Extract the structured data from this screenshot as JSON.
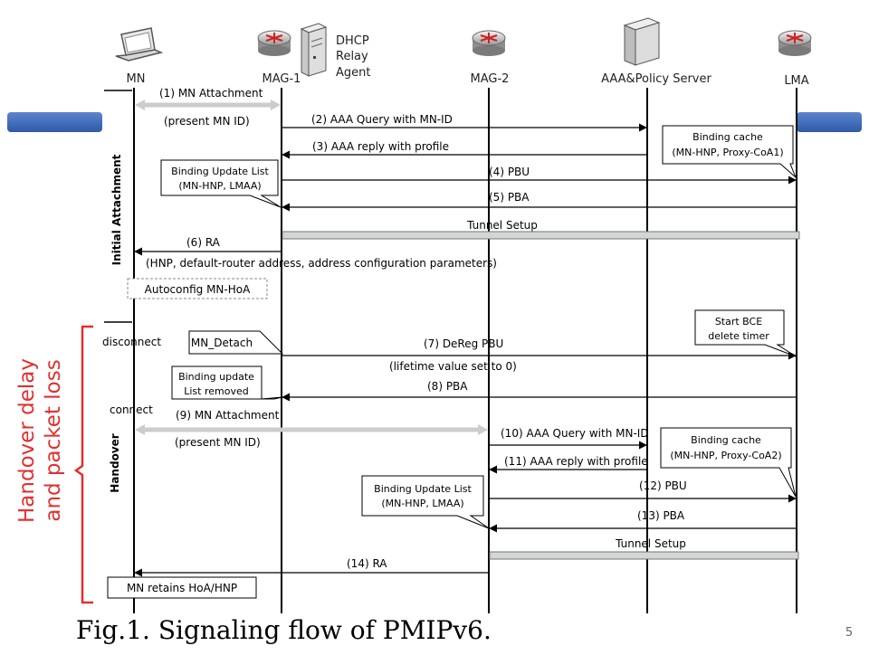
{
  "entities": [
    {
      "id": "mn",
      "label": "MN",
      "icon": "laptop-icon"
    },
    {
      "id": "mag1",
      "label": "MAG-1",
      "icon": "router-icon"
    },
    {
      "id": "dhcp",
      "label": "DHCP Relay Agent",
      "icon": "server-icon"
    },
    {
      "id": "mag2",
      "label": "MAG-2",
      "icon": "router-icon"
    },
    {
      "id": "aaa",
      "label": "AAA&Policy Server",
      "icon": "server-icon"
    },
    {
      "id": "lma",
      "label": "LMA",
      "icon": "router-icon"
    }
  ],
  "dhcp_lines": [
    "DHCP",
    "Relay",
    "Agent"
  ],
  "phases": {
    "initial": "Initial Attachment",
    "handover": "Handover"
  },
  "messages": {
    "m1": "(1) MN Attachment",
    "m1_note": "(present MN ID)",
    "m2": "(2) AAA Query with MN-ID",
    "m3": "(3) AAA reply with profile",
    "m4": "(4) PBU",
    "m5": "(5) PBA",
    "tunnel1": "Tunnel Setup",
    "m6": "(6) RA",
    "m6_note": "(HNP, default-router address, address configuration parameters)",
    "disconnect": "disconnect",
    "m7": "(7) DeReg PBU",
    "m7_note": "(lifetime value set to 0)",
    "m8": "(8) PBA",
    "connect": "connect",
    "m9": "(9) MN Attachment",
    "m9_note": "(present MN ID)",
    "m10": "(10) AAA Query with MN-ID",
    "m11": "(11) AAA reply with profile",
    "m12": "(12) PBU",
    "m13": "(13) PBA",
    "tunnel2": "Tunnel Setup",
    "m14": "(14) RA"
  },
  "callouts": {
    "bc1": [
      "Binding cache",
      "(MN-HNP, Proxy-CoA1)"
    ],
    "bul1": [
      "Binding Update List",
      "(MN-HNP, LMAA)"
    ],
    "autoconfig": "Autoconfig MN-HoA",
    "mn_detach": "MN_Detach",
    "start_bce": [
      "Start BCE",
      "delete timer"
    ],
    "bul_removed": [
      "Binding update",
      "List removed"
    ],
    "bc2": [
      "Binding cache",
      "(MN-HNP, Proxy-CoA2)"
    ],
    "bul2": [
      "Binding Update List",
      "(MN-HNP, LMAA)"
    ],
    "retains": "MN retains HoA/HNP"
  },
  "annotation": [
    "Handover delay",
    "and packet loss"
  ],
  "caption": "Fig.1. Signaling flow of PMIPv6.",
  "page_number": "5",
  "colors": {
    "accent_bar": "#3b66b4",
    "annotation": "#e03030",
    "tunnel": "#d2d6d6",
    "attach_arrow": "#cccccc"
  }
}
